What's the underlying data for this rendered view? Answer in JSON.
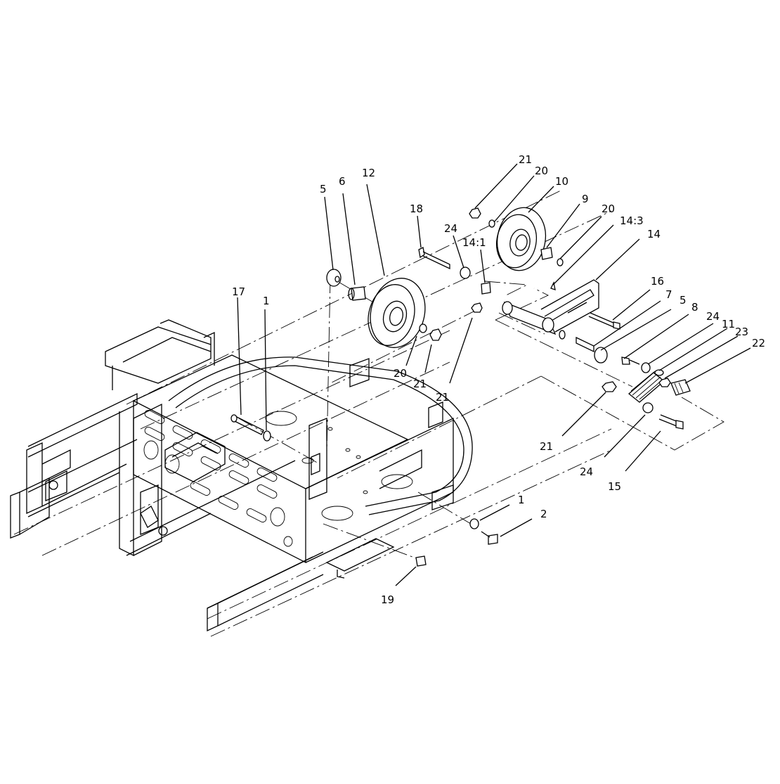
{
  "callouts": [
    {
      "id": "c-21-top",
      "label": "21"
    },
    {
      "id": "c-20-top",
      "label": "20"
    },
    {
      "id": "c-10",
      "label": "10"
    },
    {
      "id": "c-9",
      "label": "9"
    },
    {
      "id": "c-20-mid",
      "label": "20"
    },
    {
      "id": "c-14-3",
      "label": "14:3"
    },
    {
      "id": "c-14",
      "label": "14"
    },
    {
      "id": "c-18",
      "label": "18"
    },
    {
      "id": "c-24-top",
      "label": "24"
    },
    {
      "id": "c-14-1",
      "label": "14:1"
    },
    {
      "id": "c-5-left",
      "label": "5"
    },
    {
      "id": "c-6",
      "label": "6"
    },
    {
      "id": "c-12",
      "label": "12"
    },
    {
      "id": "c-16",
      "label": "16"
    },
    {
      "id": "c-7",
      "label": "7"
    },
    {
      "id": "c-5-right",
      "label": "5"
    },
    {
      "id": "c-8",
      "label": "8"
    },
    {
      "id": "c-24-right",
      "label": "24"
    },
    {
      "id": "c-11",
      "label": "11"
    },
    {
      "id": "c-23",
      "label": "23"
    },
    {
      "id": "c-22",
      "label": "22"
    },
    {
      "id": "c-17",
      "label": "17"
    },
    {
      "id": "c-1-top",
      "label": "1"
    },
    {
      "id": "c-20-low",
      "label": "20"
    },
    {
      "id": "c-21-low",
      "label": "21"
    },
    {
      "id": "c-21-mid",
      "label": "21"
    },
    {
      "id": "c-21-right",
      "label": "21"
    },
    {
      "id": "c-24-low",
      "label": "24"
    },
    {
      "id": "c-15",
      "label": "15"
    },
    {
      "id": "c-1-bottom",
      "label": "1"
    },
    {
      "id": "c-2",
      "label": "2"
    },
    {
      "id": "c-19",
      "label": "19"
    }
  ]
}
